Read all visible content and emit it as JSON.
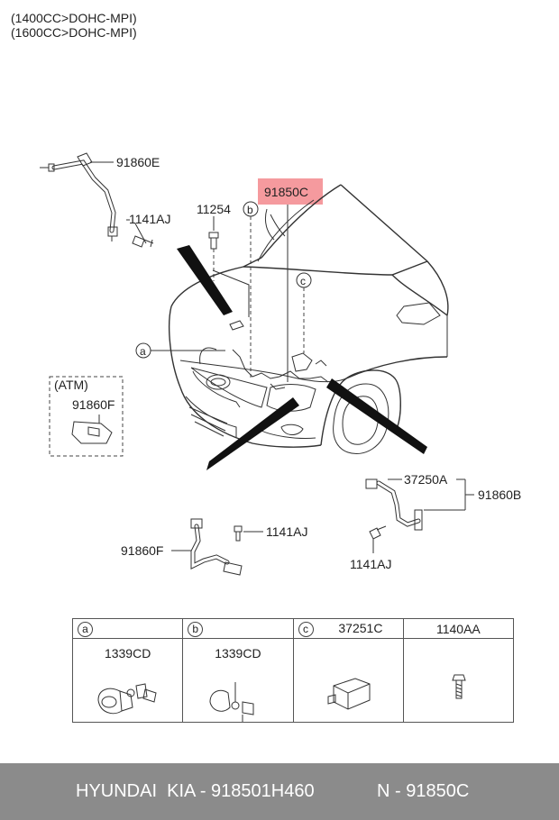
{
  "engines": [
    "(1400CC>DOHC-MPI)",
    "(1600CC>DOHC-MPI)"
  ],
  "callouts": {
    "part_91860E": "91860E",
    "part_1141AJ_top": "1141AJ",
    "part_11254": "11254",
    "letter_b": "b",
    "part_91850C": "91850C",
    "letter_c": "c",
    "letter_a": "a",
    "atm_label": "(ATM)",
    "part_91860F_atm": "91860F",
    "part_37250A": "37250A",
    "part_91860B": "91860B",
    "part_1141AJ_right": "1141AJ",
    "part_91860F_bottom": "91860F",
    "part_1141AJ_middle": "1141AJ"
  },
  "highlight_color": "#f59a9e",
  "table": {
    "headers": [
      "a",
      "b",
      "c",
      "1140AA"
    ],
    "header_c_code": "37251C",
    "cells": [
      "1339CD",
      "1339CD"
    ]
  },
  "footer": {
    "brand": "HYUNDAI  KIA - 918501H460",
    "number": "N - 91850C"
  }
}
